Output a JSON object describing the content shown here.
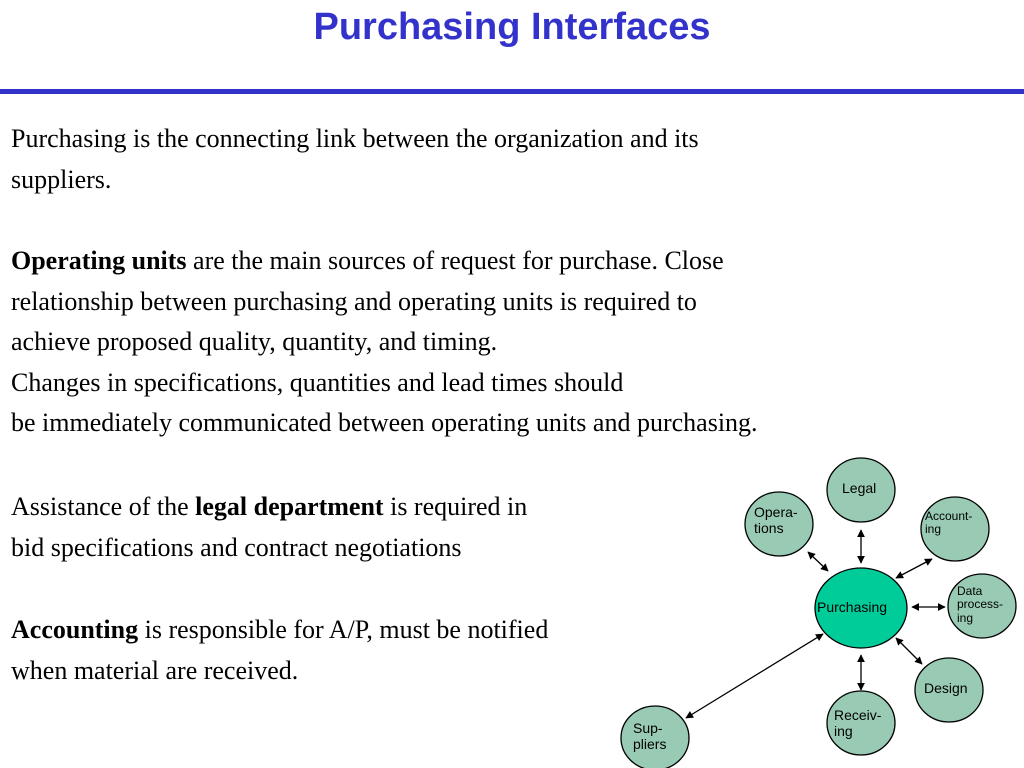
{
  "title": "Purchasing Interfaces",
  "paragraph1": {
    "line1": "Purchasing is the connecting link between the organization and its",
    "line2": "suppliers."
  },
  "paragraph2": {
    "bold": "Operating units",
    "line1_rest": " are the main sources of request for purchase. Close",
    "line2": "relationship between purchasing and operating units is required to",
    "line3": "achieve proposed quality, quantity, and timing.",
    "line4": "Changes in specifications, quantities and lead times should",
    "line5": "be immediately communicated between operating units and purchasing."
  },
  "paragraph3": {
    "prefix": "Assistance of the ",
    "bold": "legal department",
    "line1_rest": " is required in",
    "line2": "bid specifications and contract negotiations"
  },
  "paragraph4": {
    "bold": "Accounting",
    "line1_rest": " is responsible for A/P, must be notified",
    "line2": "when material are received."
  },
  "diagram": {
    "node_fill": "#99cbb4",
    "center_fill": "#00cc99",
    "stroke": "#000000",
    "nodes": {
      "center": {
        "label": "Purchasing"
      },
      "legal": {
        "label": "Legal"
      },
      "operations": {
        "line1": "Opera-",
        "line2": "tions"
      },
      "accounting": {
        "line1": "Account-",
        "line2": "ing"
      },
      "data": {
        "line1": "Data",
        "line2": "process-",
        "line3": "ing"
      },
      "design": {
        "label": "Design"
      },
      "receiving": {
        "line1": "Receiv-",
        "line2": "ing"
      },
      "suppliers": {
        "line1": "Sup-",
        "line2": "pliers"
      }
    }
  }
}
